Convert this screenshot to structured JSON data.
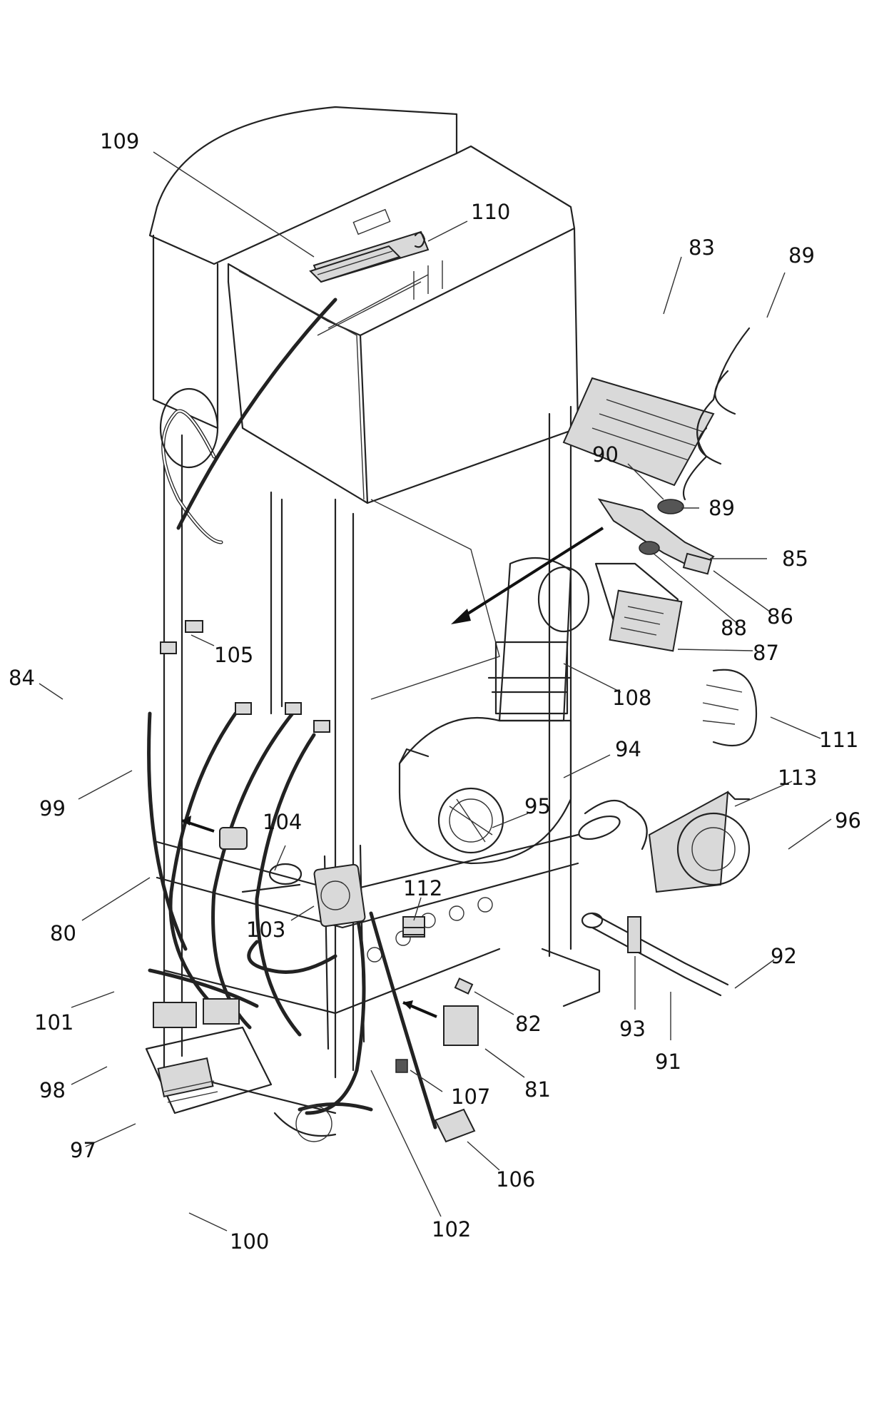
{
  "callouts": {
    "c109": "109",
    "c110": "110",
    "c83": "83",
    "c89a": "89",
    "c90": "90",
    "c89b": "89",
    "c85": "85",
    "c86": "86",
    "c88": "88",
    "c87": "87",
    "c105": "105",
    "c84": "84",
    "c108": "108",
    "c111": "111",
    "c94": "94",
    "c113": "113",
    "c99": "99",
    "c95": "95",
    "c96": "96",
    "c104": "104",
    "c112": "112",
    "c80": "80",
    "c103": "103",
    "c92": "92",
    "c101": "101",
    "c82": "82",
    "c93": "93",
    "c91": "91",
    "c98": "98",
    "c81": "81",
    "c107": "107",
    "c97": "97",
    "c106": "106",
    "c100": "100",
    "c102": "102"
  },
  "colors": {
    "line": "#222222",
    "shade": "#d9d9d9",
    "background": "#ffffff"
  }
}
